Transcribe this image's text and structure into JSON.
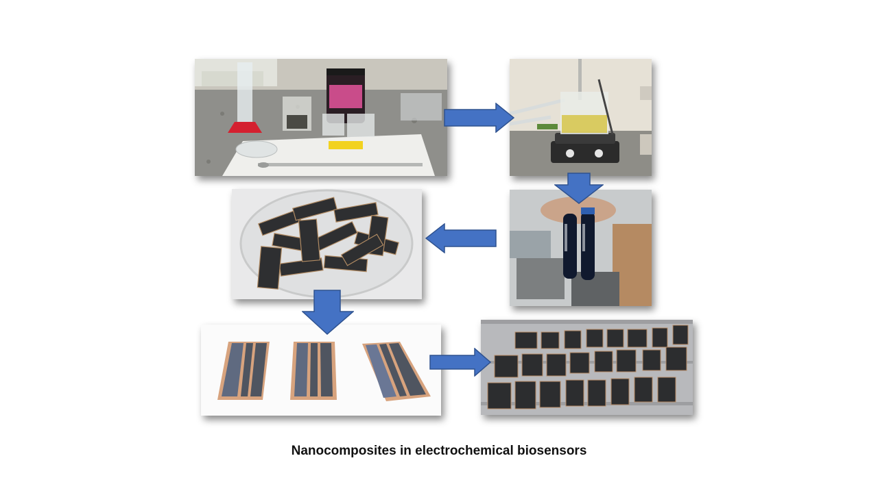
{
  "caption": "Nanocomposites in electrochemical biosensors",
  "colors": {
    "arrow": "#4472C4",
    "arrow_stroke": "#2F528F"
  },
  "steps": [
    {
      "id": "reagents-photo",
      "icon": "lab-bench-reagents"
    },
    {
      "id": "stirring-photo",
      "icon": "magnetic-stirrer-beaker"
    },
    {
      "id": "tubes-photo",
      "icon": "falcon-tubes-black-ink"
    },
    {
      "id": "electrodes-petri-photo",
      "icon": "electrodes-in-petri-dish"
    },
    {
      "id": "three-electrodes-photo",
      "icon": "three-printed-electrodes"
    },
    {
      "id": "electrode-array-photo",
      "icon": "electrodes-on-foil"
    }
  ]
}
